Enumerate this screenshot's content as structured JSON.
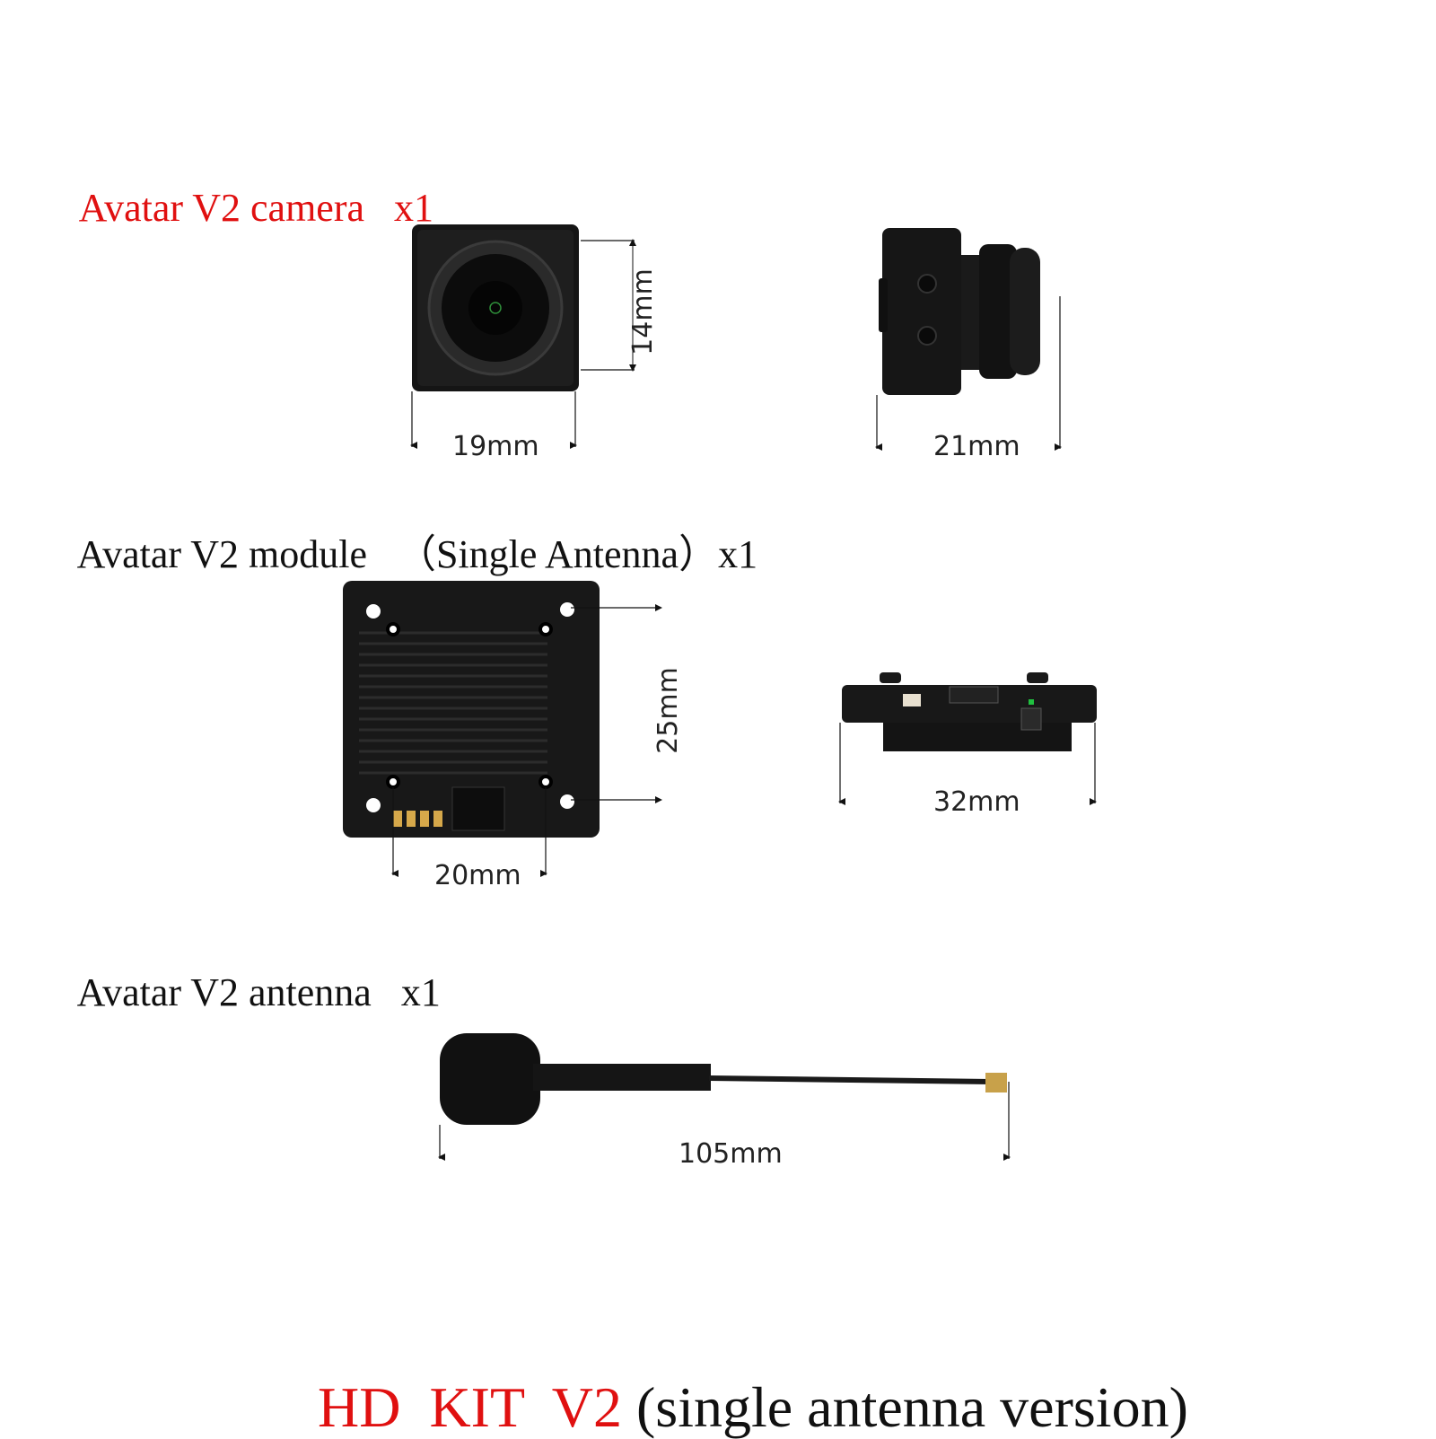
{
  "sections": {
    "camera": {
      "title": "Avatar V2 camera",
      "qty": "x1",
      "front_width": "19mm",
      "front_height": "14mm",
      "side_length": "21mm"
    },
    "module": {
      "title": "Avatar V2 module",
      "variant": "（Single Antenna）",
      "qty": "x1",
      "top_width": "20mm",
      "top_height": "25mm",
      "side_length": "32mm"
    },
    "antenna": {
      "title": "Avatar V2 antenna",
      "qty": "x1",
      "length": "105mm"
    }
  },
  "footer": {
    "kit_name": "HD  KIT  V2",
    "version_note": " (single antenna version)"
  },
  "colors": {
    "accent": "#e01010",
    "product": "#141414"
  }
}
